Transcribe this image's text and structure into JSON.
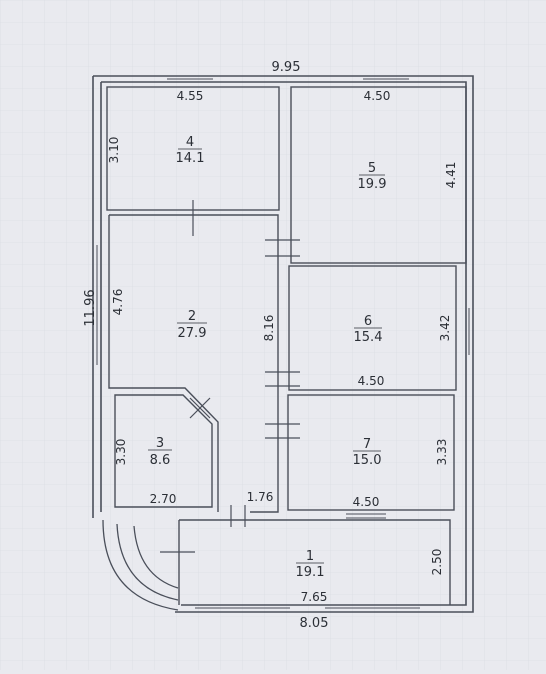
{
  "overall": {
    "top_width": "9.95",
    "left_height": "11.96",
    "bottom_width": "8.05"
  },
  "rooms": [
    {
      "id": "4",
      "area": "14.1",
      "width": "4.55",
      "height": "3.10"
    },
    {
      "id": "5",
      "area": "19.9",
      "width": "4.50",
      "height": "4.41"
    },
    {
      "id": "2",
      "area": "27.9",
      "width_label": "4.76",
      "height": "8.16"
    },
    {
      "id": "6",
      "area": "15.4",
      "width": "4.50",
      "height": "3.42"
    },
    {
      "id": "3",
      "area": "8.6",
      "width": "2.70",
      "height": "3.30",
      "door_width": "1.76"
    },
    {
      "id": "7",
      "area": "15.0",
      "width": "4.50",
      "height": "3.33"
    },
    {
      "id": "1",
      "area": "19.1",
      "width": "7.65",
      "height": "2.50"
    }
  ],
  "colors": {
    "background": "#e9eaef",
    "wall": "#4a4f5a",
    "text": "#2b2f36",
    "grid": "#d6d8df"
  }
}
